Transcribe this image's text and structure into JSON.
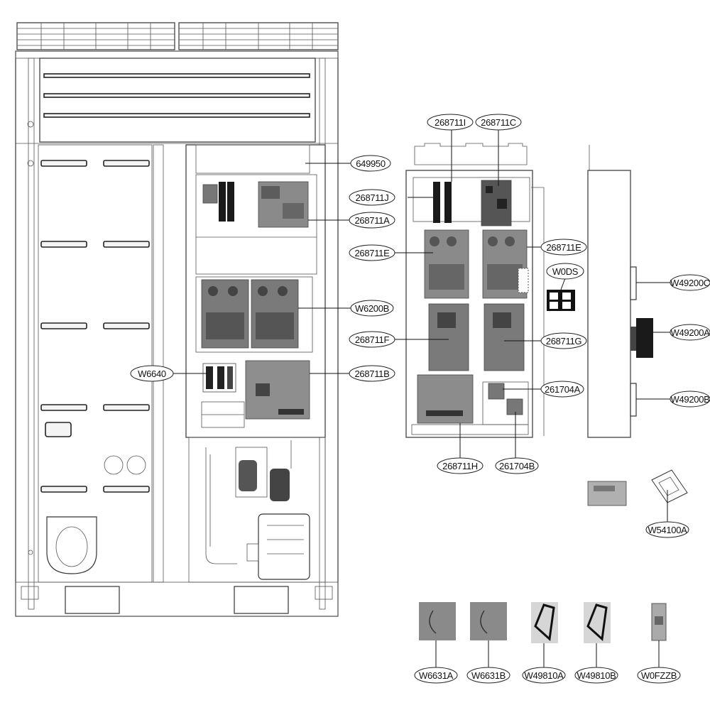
{
  "part_labels": [
    {
      "id": "268711I",
      "text": "268711I"
    },
    {
      "id": "268711C",
      "text": "268711C"
    },
    {
      "id": "649950",
      "text": "649950"
    },
    {
      "id": "268711J",
      "text": "268711J"
    },
    {
      "id": "268711A",
      "text": "268711A"
    },
    {
      "id": "268711E_left",
      "text": "268711E"
    },
    {
      "id": "268711E_right",
      "text": "268711E"
    },
    {
      "id": "W0DS",
      "text": "W0DS"
    },
    {
      "id": "W49200C",
      "text": "W49200C"
    },
    {
      "id": "W6200B",
      "text": "W6200B"
    },
    {
      "id": "W49200A",
      "text": "W49200A"
    },
    {
      "id": "268711F",
      "text": "268711F"
    },
    {
      "id": "268711G",
      "text": "268711G"
    },
    {
      "id": "W6640",
      "text": "W6640"
    },
    {
      "id": "268711B",
      "text": "268711B"
    },
    {
      "id": "261704A",
      "text": "261704A"
    },
    {
      "id": "W49200B",
      "text": "W49200B"
    },
    {
      "id": "268711H",
      "text": "268711H"
    },
    {
      "id": "261704B",
      "text": "261704B"
    },
    {
      "id": "W54100A",
      "text": "W54100A"
    },
    {
      "id": "W6631A",
      "text": "W6631A"
    },
    {
      "id": "W6631B",
      "text": "W6631B"
    },
    {
      "id": "W49810A",
      "text": "W49810A"
    },
    {
      "id": "W49810B",
      "text": "W49810B"
    },
    {
      "id": "W0FZZB",
      "text": "W0FZZB"
    }
  ]
}
